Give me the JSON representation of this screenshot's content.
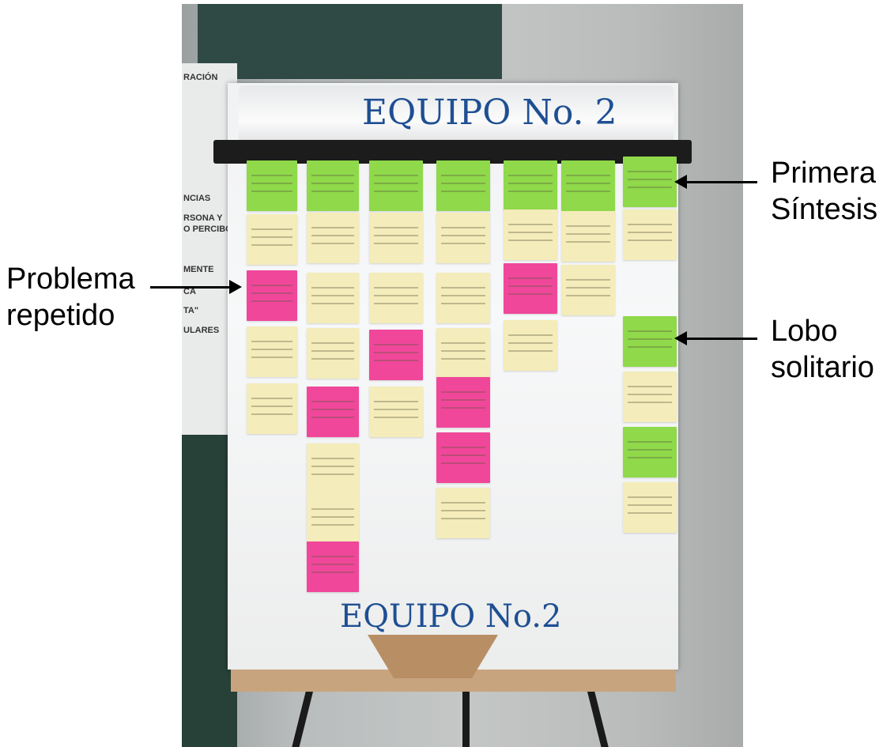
{
  "poster_fragments": [
    "RACIÓN",
    "NCIAS",
    "RSONA Y",
    "O PERCIBO.",
    "MENTE",
    "CA",
    "TA\"",
    "ULARES"
  ],
  "board": {
    "top_title": "EQUIPO No. 2",
    "bottom_title": "EQUIPO No.2"
  },
  "annotations": {
    "primera": [
      "Primera",
      "Síntesis"
    ],
    "problema": [
      "Problema",
      "repetido"
    ],
    "lobo": [
      "Lobo",
      "solitario"
    ]
  },
  "note_columns": [
    [
      "green",
      "yellow",
      "pink",
      "yellow",
      "yellow"
    ],
    [
      "green",
      "yellow",
      "yellow",
      "yellow",
      "pink",
      "yellow",
      "yellow",
      "pink"
    ],
    [
      "green",
      "yellow",
      "yellow",
      "pink",
      "yellow"
    ],
    [
      "green",
      "yellow",
      "yellow",
      "yellow",
      "pink",
      "pink",
      "yellow"
    ],
    [
      "green",
      "yellow",
      "pink",
      "yellow"
    ],
    [
      "green",
      "yellow",
      "yellow"
    ],
    [
      "green",
      "yellow",
      "green",
      "yellow",
      "green",
      "yellow"
    ]
  ],
  "colors": {
    "green": "#8fd94a",
    "yellow": "#f4ecba",
    "pink": "#f0479a",
    "title_ink": "#1f4f93"
  }
}
